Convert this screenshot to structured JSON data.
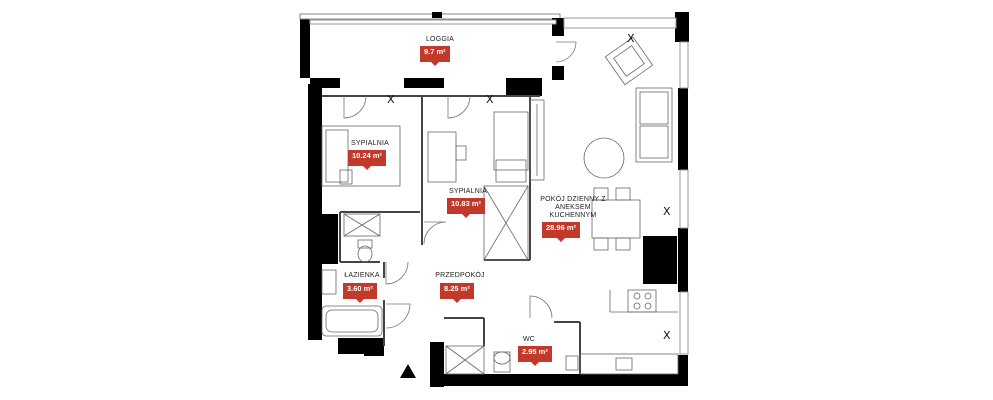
{
  "rooms": {
    "loggia": {
      "name": "LOGGIA",
      "area": "9.7 m²"
    },
    "bedroom1": {
      "name": "SYPIALNIA",
      "area": "10.24 m²"
    },
    "bedroom2": {
      "name": "SYPIALNIA",
      "area": "10.83 m²"
    },
    "living": {
      "name_lines": [
        "POKÓJ DZIENNY Z",
        "ANEKSEM",
        "KUCHENNYM"
      ],
      "area": "28.96 m²"
    },
    "bathroom": {
      "name": "ŁAZIENKA",
      "area": "3.60 m²"
    },
    "hallway": {
      "name": "PRZEDPOKÓJ",
      "area": "8.25 m²"
    },
    "wc": {
      "name": "WC",
      "area": "2.95 m²"
    }
  },
  "marks": {
    "x": "X"
  },
  "colors": {
    "wall": "#000000",
    "badge": "#c0392b",
    "furniture": "#666666",
    "window": "#9a9a9a"
  }
}
